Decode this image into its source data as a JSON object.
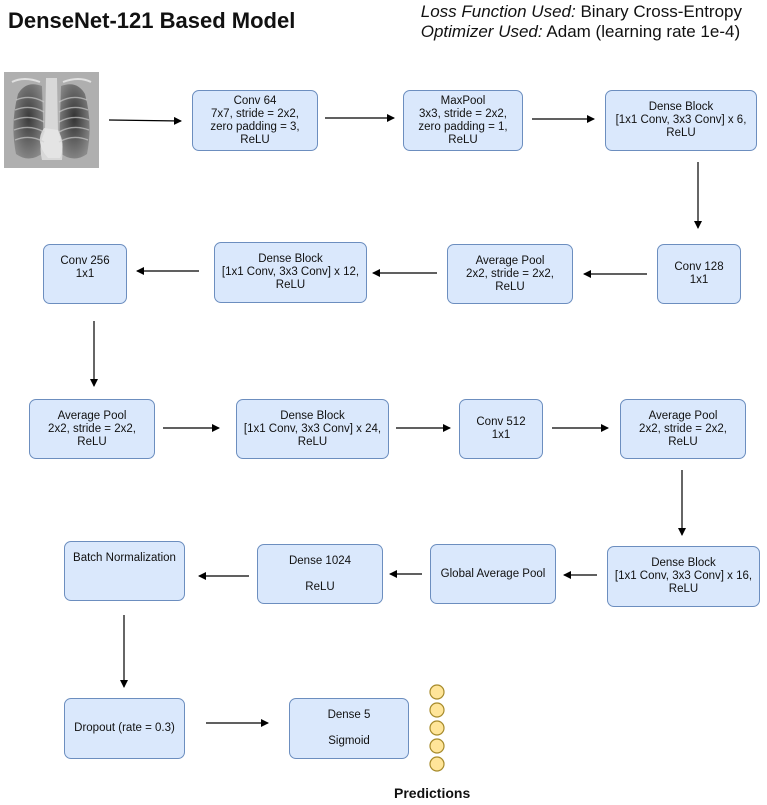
{
  "title": "DenseNet-121 Based Model",
  "meta": {
    "loss_key": "Loss Function Used:",
    "loss_val": "Binary Cross-Entropy",
    "opt_key": "Optimizer Used:",
    "opt_val": "Adam (learning rate 1e-4)"
  },
  "image_label": "chest-xray",
  "nodes": {
    "n1": "Conv 64\n7x7, stride = 2x2,\nzero padding = 3,\nReLU",
    "n2": "MaxPool\n3x3, stride = 2x2,\nzero padding = 1,\nReLU",
    "n3": "Dense Block\n[1x1 Conv, 3x3 Conv] x 6,\nReLU",
    "n4": "Conv 128\n1x1",
    "n5": "Average Pool\n2x2, stride = 2x2,\nReLU",
    "n6": "Dense Block\n[1x1 Conv, 3x3 Conv] x 12,\nReLU",
    "n7": "Conv 256\n1x1",
    "n8": "Average Pool\n2x2, stride = 2x2,\nReLU",
    "n9": "Dense Block\n[1x1 Conv, 3x3 Conv] x 24,\nReLU",
    "n10": "Conv 512\n1x1",
    "n11": "Average Pool\n2x2, stride = 2x2,\nReLU",
    "n12": "Dense Block\n[1x1 Conv, 3x3 Conv] x 16,\nReLU",
    "n13": "Global Average Pool",
    "n14": "Dense 1024\n\nReLU",
    "n15": "Batch Normalization",
    "n16": "Dropout (rate = 0.3)",
    "n17": "Dense 5\n\nSigmoid"
  },
  "outputs": {
    "count": 5,
    "fill_color": "#ffe599",
    "stroke_color": "#a68a2a",
    "label": "Predictions"
  },
  "colors": {
    "node_fill": "#dae8fc",
    "node_stroke": "#6c8ebf",
    "edge": "#000000"
  }
}
